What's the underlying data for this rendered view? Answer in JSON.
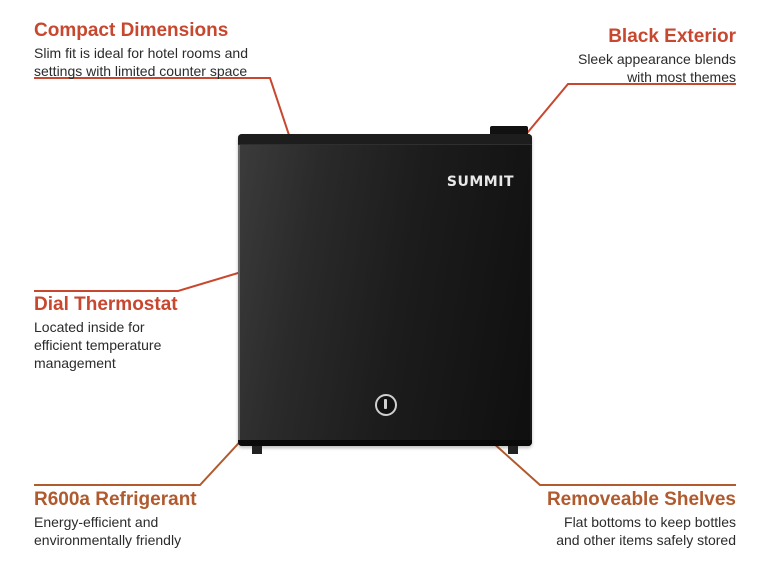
{
  "colors": {
    "accent": "#c8472f",
    "accent_dark": "#b05a2e",
    "text": "#2b2b2b"
  },
  "features": [
    {
      "id": "compact",
      "title": "Compact Dimensions",
      "desc": "Slim fit is ideal for hotel rooms and\nsettings with limited counter space"
    },
    {
      "id": "black",
      "title": "Black Exterior",
      "desc": "Sleek appearance blends\nwith most themes"
    },
    {
      "id": "dial",
      "title": "Dial Thermostat",
      "desc": "Located inside for\nefficient temperature\nmanagement"
    },
    {
      "id": "refrigerant",
      "title": "R600a Refrigerant",
      "desc": "Energy-efficient and\nenvironmentally friendly"
    },
    {
      "id": "shelves",
      "title": "Removeable Shelves",
      "desc": "Flat bottoms to keep bottles\nand other items safely stored"
    }
  ],
  "product": {
    "brand": "SUMMIT"
  }
}
